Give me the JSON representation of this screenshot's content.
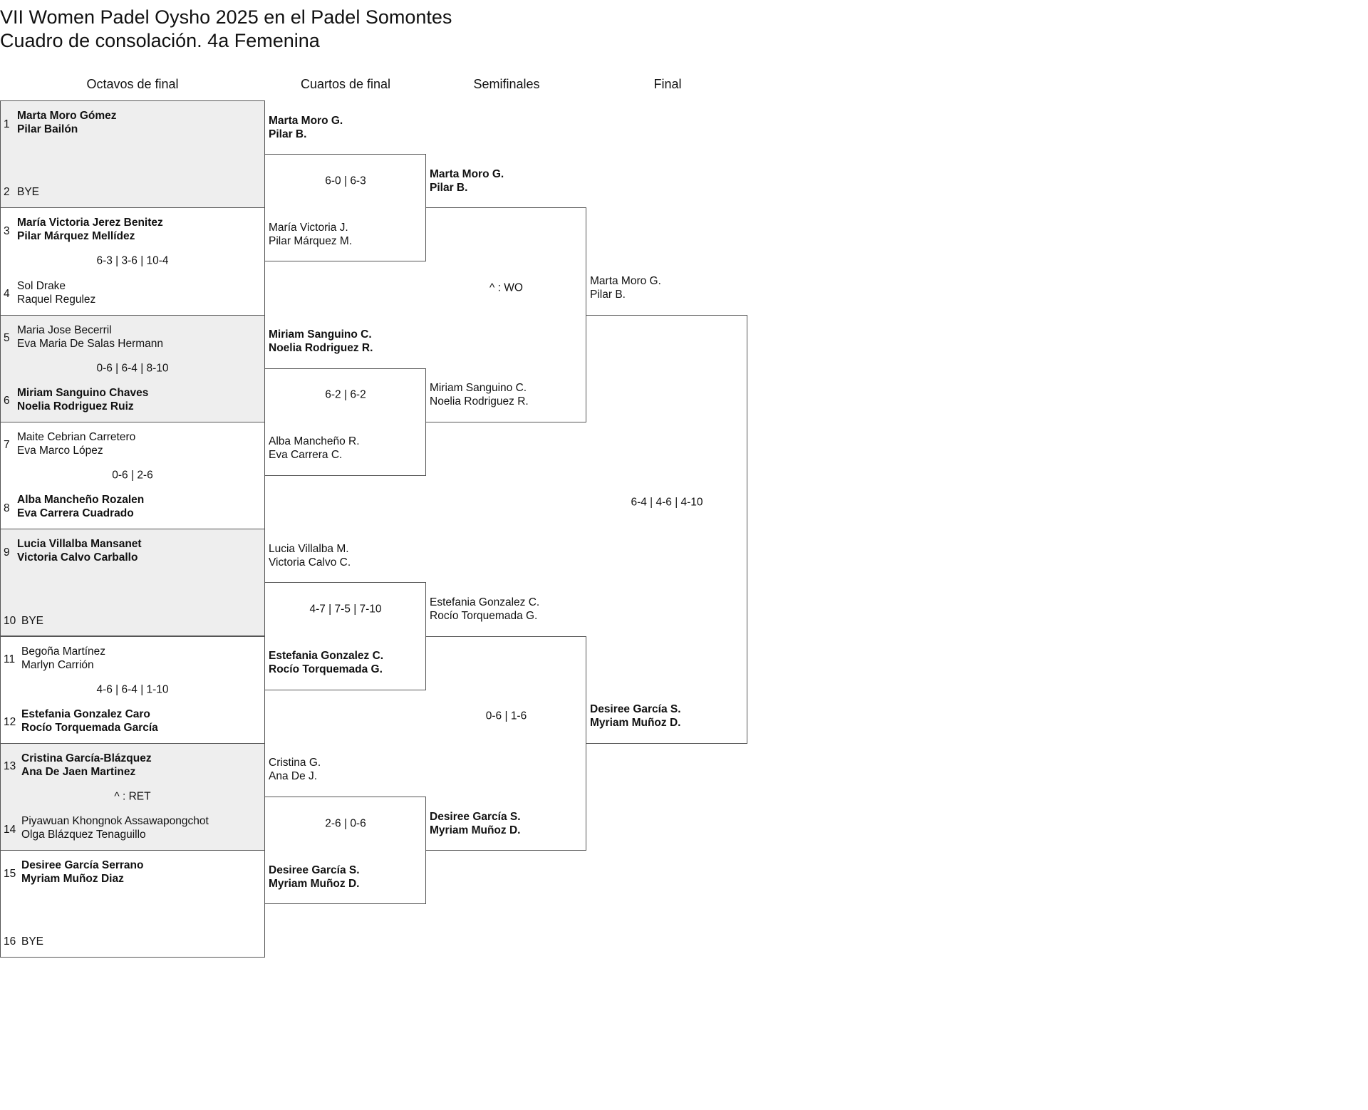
{
  "title": "VII Women Padel Oysho 2025 en el Padel Somontes",
  "subtitle": "Cuadro de consolación. 4a Femenina",
  "rounds": [
    "Octavos de final",
    "Cuartos de final",
    "Semifinales",
    "Final"
  ],
  "round1": [
    {
      "top": {
        "seed": "1",
        "players": [
          "Marta Moro Gómez",
          "Pilar Bailón"
        ],
        "winner": true
      },
      "bottom": {
        "seed": "2",
        "players": [
          "BYE"
        ],
        "winner": false
      },
      "score": ""
    },
    {
      "top": {
        "seed": "3",
        "players": [
          "María Victoria Jerez Benitez",
          "Pilar Márquez Mellídez"
        ],
        "winner": true
      },
      "bottom": {
        "seed": "4",
        "players": [
          "Sol Drake",
          "Raquel Regulez"
        ],
        "winner": false
      },
      "score": "6-3 | 3-6 | 10-4"
    },
    {
      "top": {
        "seed": "5",
        "players": [
          "Maria Jose Becerril",
          "Eva Maria De Salas Hermann"
        ],
        "winner": false
      },
      "bottom": {
        "seed": "6",
        "players": [
          "Miriam Sanguino Chaves",
          "Noelia Rodriguez Ruiz"
        ],
        "winner": true
      },
      "score": "0-6 | 6-4 | 8-10"
    },
    {
      "top": {
        "seed": "7",
        "players": [
          "Maite Cebrian Carretero",
          "Eva Marco López"
        ],
        "winner": false
      },
      "bottom": {
        "seed": "8",
        "players": [
          "Alba Mancheño Rozalen",
          "Eva Carrera Cuadrado"
        ],
        "winner": true
      },
      "score": "0-6 | 2-6"
    },
    {
      "top": {
        "seed": "9",
        "players": [
          "Lucia Villalba Mansanet",
          "Victoria Calvo Carballo"
        ],
        "winner": true
      },
      "bottom": {
        "seed": "10",
        "players": [
          "BYE"
        ],
        "winner": false
      },
      "score": ""
    },
    {
      "top": {
        "seed": "11",
        "players": [
          "Begoña Martínez",
          "Marlyn Carrión"
        ],
        "winner": false
      },
      "bottom": {
        "seed": "12",
        "players": [
          "Estefania Gonzalez Caro",
          "Rocío Torquemada García"
        ],
        "winner": true
      },
      "score": "4-6 | 6-4 | 1-10"
    },
    {
      "top": {
        "seed": "13",
        "players": [
          "Cristina García-Blázquez",
          "Ana De Jaen Martinez"
        ],
        "winner": true
      },
      "bottom": {
        "seed": "14",
        "players": [
          "Piyawuan Khongnok Assawapongchot",
          "Olga Blázquez Tenaguillo"
        ],
        "winner": false
      },
      "score": "^ : RET"
    },
    {
      "top": {
        "seed": "15",
        "players": [
          "Desiree García Serrano",
          "Myriam Muñoz Diaz"
        ],
        "winner": true
      },
      "bottom": {
        "seed": "16",
        "players": [
          "BYE"
        ],
        "winner": false
      },
      "score": ""
    }
  ],
  "round2": {
    "teams": [
      {
        "players": [
          "Marta Moro G.",
          "Pilar B."
        ],
        "winner": true
      },
      {
        "players": [
          "María Victoria J.",
          "Pilar Márquez M."
        ],
        "winner": false
      },
      {
        "players": [
          "Miriam Sanguino C.",
          "Noelia Rodriguez R."
        ],
        "winner": true
      },
      {
        "players": [
          "Alba Mancheño R.",
          "Eva Carrera C."
        ],
        "winner": false
      },
      {
        "players": [
          "Lucia Villalba M.",
          "Victoria Calvo C."
        ],
        "winner": false
      },
      {
        "players": [
          "Estefania Gonzalez C.",
          "Rocío Torquemada G."
        ],
        "winner": true
      },
      {
        "players": [
          "Cristina G.",
          "Ana De J."
        ],
        "winner": false
      },
      {
        "players": [
          "Desiree García S.",
          "Myriam Muñoz D."
        ],
        "winner": true
      }
    ],
    "scores": [
      "6-0 | 6-3",
      "6-2 | 6-2",
      "4-7 | 7-5 | 7-10",
      "2-6 | 0-6"
    ]
  },
  "round3": {
    "teams": [
      {
        "players": [
          "Marta Moro G.",
          "Pilar B."
        ],
        "winner": true
      },
      {
        "players": [
          "Miriam Sanguino C.",
          "Noelia Rodriguez R."
        ],
        "winner": false
      },
      {
        "players": [
          "Estefania Gonzalez C.",
          "Rocío Torquemada G."
        ],
        "winner": false
      },
      {
        "players": [
          "Desiree García S.",
          "Myriam Muñoz D."
        ],
        "winner": true
      }
    ],
    "scores": [
      "^ : WO",
      "0-6 | 1-6"
    ]
  },
  "round4": {
    "teams": [
      {
        "players": [
          "Marta Moro G.",
          "Pilar B."
        ],
        "winner": false
      },
      {
        "players": [
          "Desiree García S.",
          "Myriam Muñoz D."
        ],
        "winner": true
      }
    ],
    "scores": [
      "6-4 | 4-6 | 4-10"
    ]
  }
}
